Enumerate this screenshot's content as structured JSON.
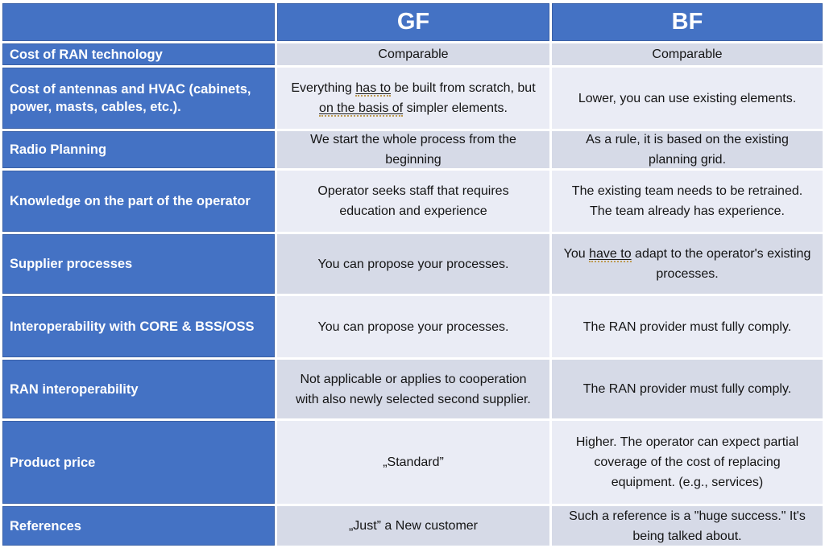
{
  "header": {
    "gf": "GF",
    "bf": "BF"
  },
  "colors": {
    "accent_blue": "#4472C4",
    "band_dark": "#D6DAE7",
    "band_light": "#EAECF5",
    "grammar_underline": "#BE9B51",
    "header_text": "#FFFFFF",
    "body_text": "#141414"
  },
  "rows": [
    {
      "label": "Cost of RAN technology",
      "gf": "Comparable",
      "bf": "Comparable"
    },
    {
      "label": "Cost of antennas and HVAC (cabinets, power, masts, cables, etc.).",
      "gf": {
        "pre": "Everything ",
        "u1": "has to",
        "mid": " be built from scratch, but ",
        "u2": "on the basis of",
        "post": " simpler elements."
      },
      "bf": "Lower, you can use existing elements."
    },
    {
      "label": "Radio Planning",
      "gf": "We start the whole process from the beginning",
      "bf": "As a rule, it is based on the existing planning grid."
    },
    {
      "label": "Knowledge on the part of the operator",
      "gf": "Operator seeks staff that requires education and experience",
      "bf": "The existing team needs to be retrained. The team already has experience."
    },
    {
      "label": "Supplier processes",
      "gf": "You can propose your processes.",
      "bf": {
        "pre": "You ",
        "u1": "have to",
        "post": " adapt to the operator's existing processes."
      }
    },
    {
      "label": "Interoperability with CORE & BSS/OSS",
      "gf": "You can propose your processes.",
      "bf": "The RAN provider must fully comply."
    },
    {
      "label": "RAN interoperability",
      "gf": "Not applicable or applies to cooperation with also newly selected second supplier.",
      "bf": "The RAN provider must fully comply."
    },
    {
      "label": "Product price",
      "gf": "„Standard”",
      "bf": "Higher. The operator can expect partial coverage of the cost of replacing equipment. (e.g., services)"
    },
    {
      "label": "References",
      "gf": "„Just” a New customer",
      "bf": "Such a reference is a \"huge success.\" It's being talked about."
    }
  ]
}
